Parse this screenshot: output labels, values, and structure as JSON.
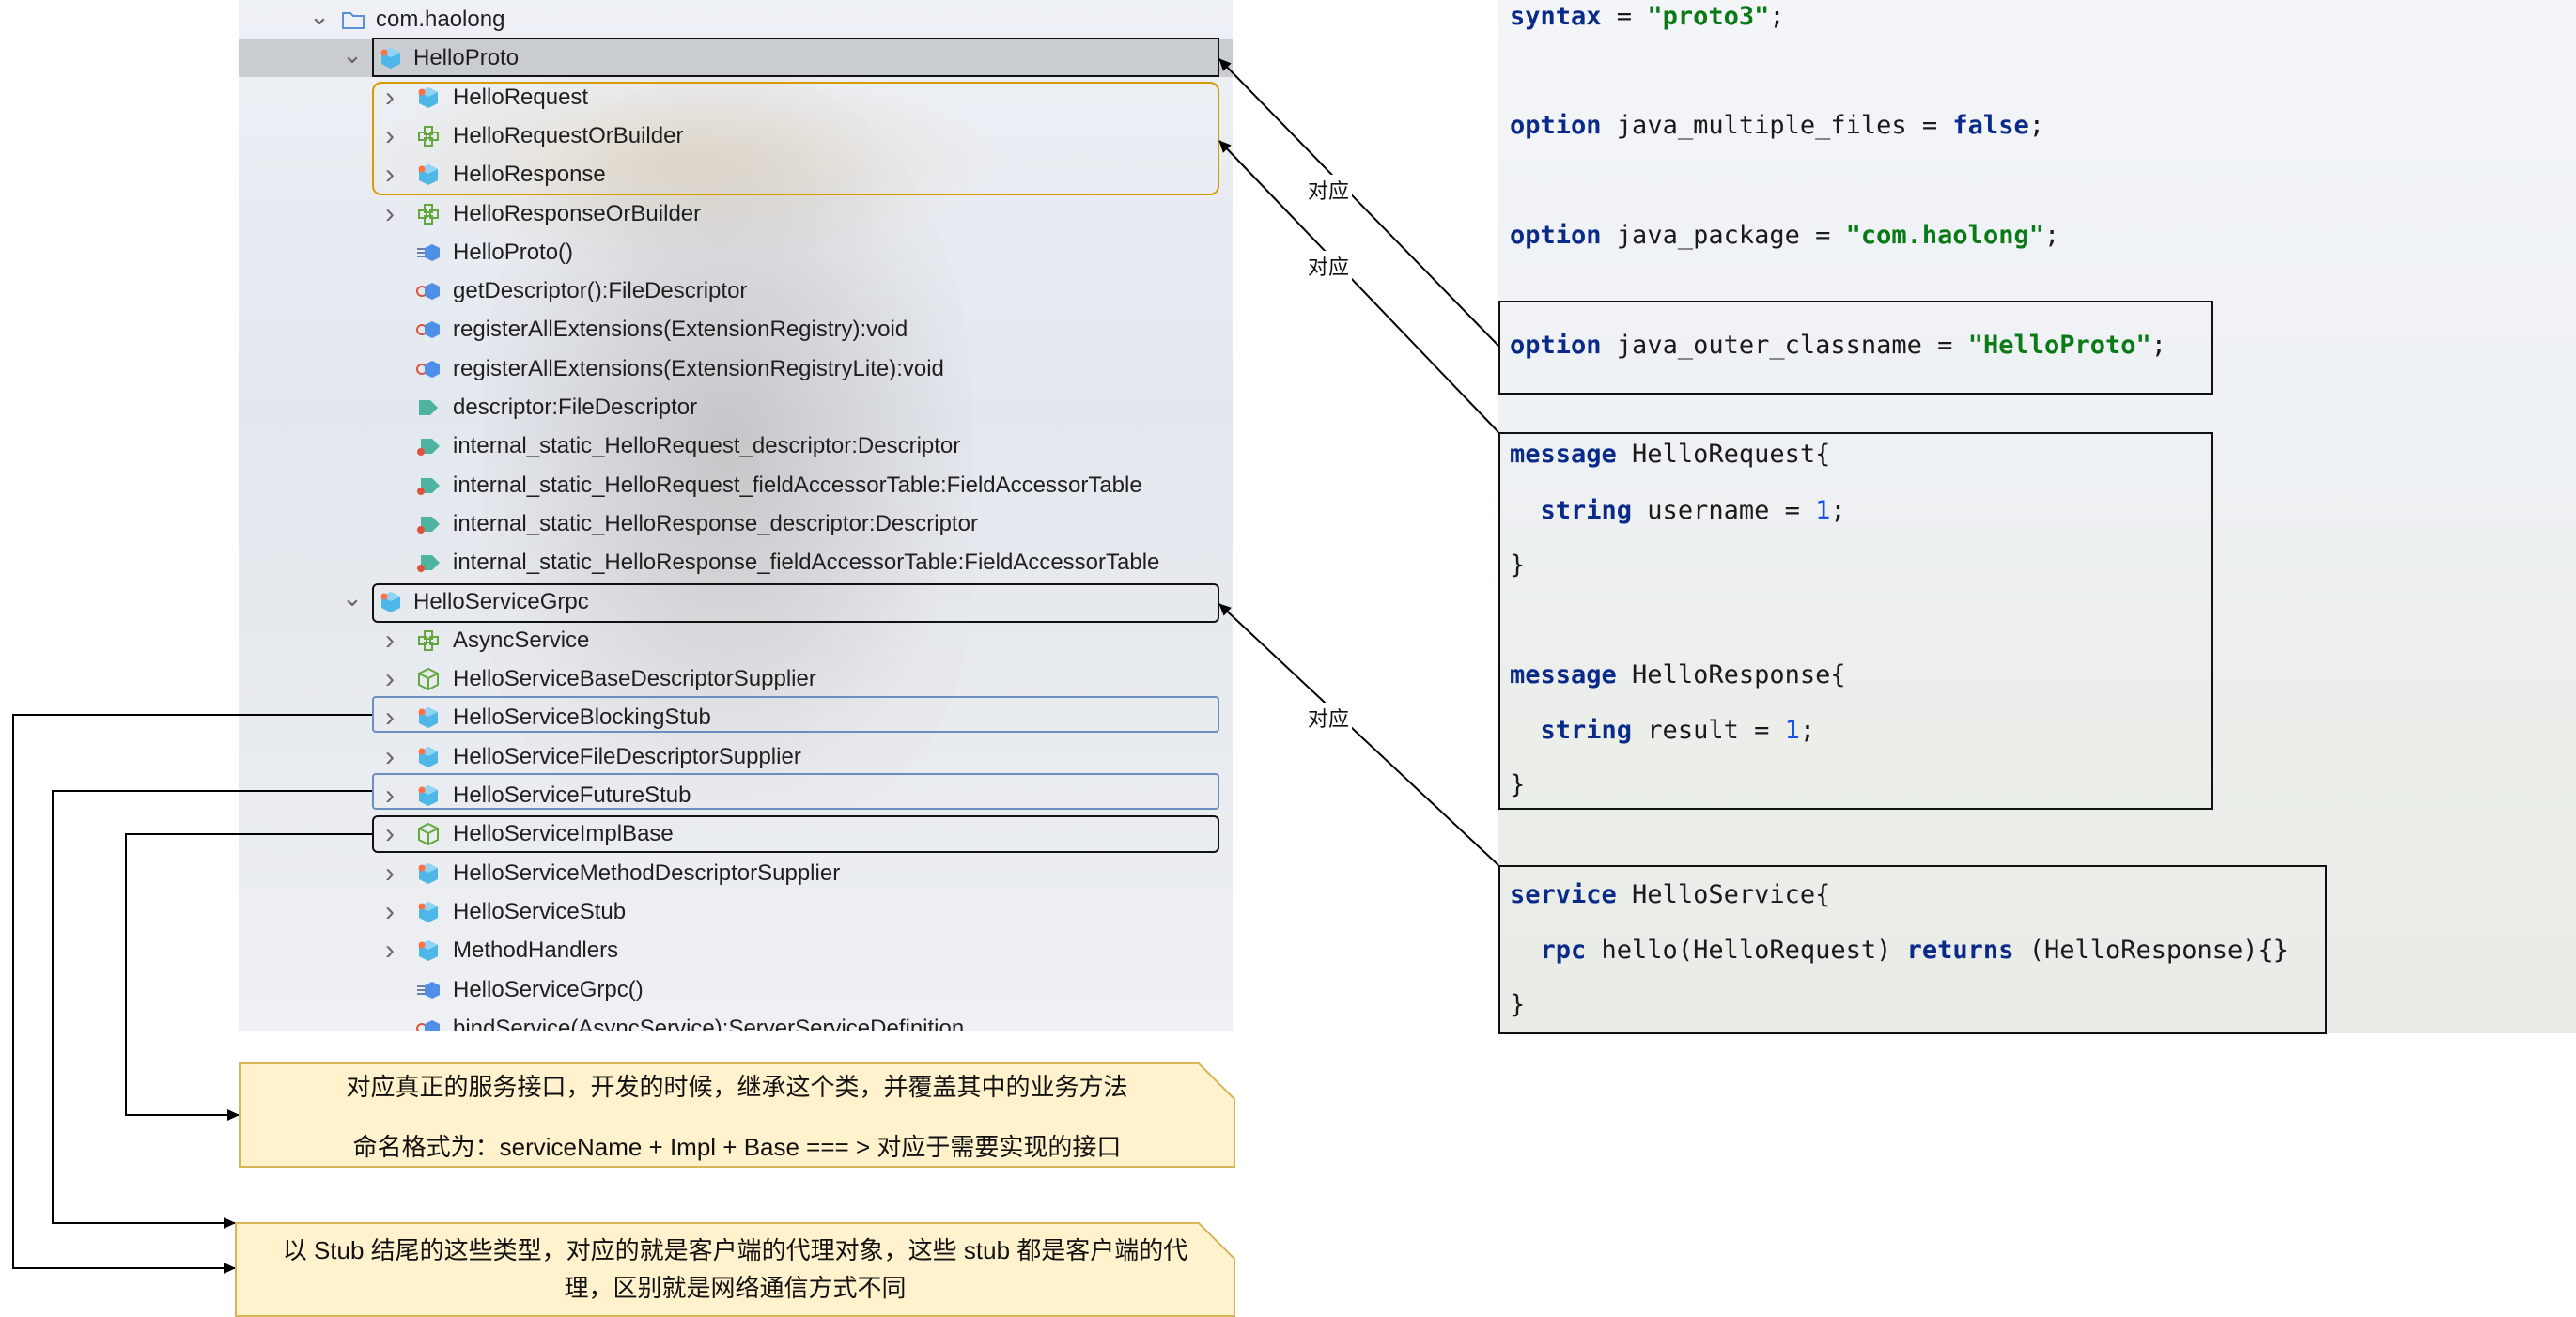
{
  "tree": {
    "rows": [
      {
        "label": "com.haolong",
        "icon": "package-folder-icon",
        "chevron": "down",
        "depth": 0
      },
      {
        "label": "HelloProto",
        "icon": "class-icon",
        "chevron": "down",
        "depth": 1
      },
      {
        "label": "HelloRequest",
        "icon": "class-icon",
        "chevron": "right",
        "depth": 2
      },
      {
        "label": "HelloRequestOrBuilder",
        "icon": "interface-icon",
        "chevron": "right",
        "depth": 2
      },
      {
        "label": "HelloResponse",
        "icon": "class-icon",
        "chevron": "right",
        "depth": 2
      },
      {
        "label": "HelloResponseOrBuilder",
        "icon": "interface-icon",
        "chevron": "right",
        "depth": 2
      },
      {
        "label": "HelloProto()",
        "icon": "constructor-icon",
        "chevron": "none",
        "depth": 2
      },
      {
        "label": "getDescriptor():FileDescriptor",
        "icon": "static-method-icon",
        "chevron": "none",
        "depth": 2
      },
      {
        "label": "registerAllExtensions(ExtensionRegistry):void",
        "icon": "static-method-icon",
        "chevron": "none",
        "depth": 2
      },
      {
        "label": "registerAllExtensions(ExtensionRegistryLite):void",
        "icon": "static-method-icon",
        "chevron": "none",
        "depth": 2
      },
      {
        "label": "descriptor:FileDescriptor",
        "icon": "field-icon",
        "chevron": "none",
        "depth": 2
      },
      {
        "label": "internal_static_HelloRequest_descriptor:Descriptor",
        "icon": "static-field-icon",
        "chevron": "none",
        "depth": 2
      },
      {
        "label": "internal_static_HelloRequest_fieldAccessorTable:FieldAccessorTable",
        "icon": "static-field-icon",
        "chevron": "none",
        "depth": 2
      },
      {
        "label": "internal_static_HelloResponse_descriptor:Descriptor",
        "icon": "static-field-icon",
        "chevron": "none",
        "depth": 2
      },
      {
        "label": "internal_static_HelloResponse_fieldAccessorTable:FieldAccessorTable",
        "icon": "static-field-icon",
        "chevron": "none",
        "depth": 2
      },
      {
        "label": "HelloServiceGrpc",
        "icon": "class-icon",
        "chevron": "down",
        "depth": 1
      },
      {
        "label": "AsyncService",
        "icon": "interface-icon",
        "chevron": "right",
        "depth": 2
      },
      {
        "label": "HelloServiceBaseDescriptorSupplier",
        "icon": "abstract-class-icon",
        "chevron": "right",
        "depth": 2
      },
      {
        "label": "HelloServiceBlockingStub",
        "icon": "class-icon",
        "chevron": "right",
        "depth": 2
      },
      {
        "label": "HelloServiceFileDescriptorSupplier",
        "icon": "class-icon",
        "chevron": "right",
        "depth": 2
      },
      {
        "label": "HelloServiceFutureStub",
        "icon": "class-icon",
        "chevron": "right",
        "depth": 2
      },
      {
        "label": "HelloServiceImplBase",
        "icon": "abstract-class-icon",
        "chevron": "right",
        "depth": 2
      },
      {
        "label": "HelloServiceMethodDescriptorSupplier",
        "icon": "class-icon",
        "chevron": "right",
        "depth": 2
      },
      {
        "label": "HelloServiceStub",
        "icon": "class-icon",
        "chevron": "right",
        "depth": 2
      },
      {
        "label": "MethodHandlers",
        "icon": "class-icon",
        "chevron": "right",
        "depth": 2
      },
      {
        "label": "HelloServiceGrpc()",
        "icon": "constructor-icon",
        "chevron": "none",
        "depth": 2
      },
      {
        "label": "bindService(AsyncService):ServerServiceDefinition",
        "icon": "static-method-icon",
        "chevron": "none",
        "depth": 2
      }
    ],
    "selected_row": 1
  },
  "code": {
    "lines": [
      [
        {
          "t": "syntax",
          "c": "kw"
        },
        {
          "t": " = ",
          "c": "plain"
        },
        {
          "t": "\"proto3\"",
          "c": "str"
        },
        {
          "t": ";",
          "c": "plain"
        }
      ],
      [
        {
          "t": "option",
          "c": "kw"
        },
        {
          "t": " java_multiple_files = ",
          "c": "plain"
        },
        {
          "t": "false",
          "c": "kw"
        },
        {
          "t": ";",
          "c": "plain"
        }
      ],
      [
        {
          "t": "option",
          "c": "kw"
        },
        {
          "t": " java_package = ",
          "c": "plain"
        },
        {
          "t": "\"com.haolong\"",
          "c": "str"
        },
        {
          "t": ";",
          "c": "plain"
        }
      ],
      [
        {
          "t": "option",
          "c": "kw"
        },
        {
          "t": " java_outer_classname = ",
          "c": "plain"
        },
        {
          "t": "\"HelloProto\"",
          "c": "str"
        },
        {
          "t": ";",
          "c": "plain"
        }
      ],
      [
        {
          "t": "message",
          "c": "kw"
        },
        {
          "t": " HelloRequest{",
          "c": "plain"
        }
      ],
      [
        {
          "t": "  string",
          "c": "kw"
        },
        {
          "t": " username = ",
          "c": "plain"
        },
        {
          "t": "1",
          "c": "num"
        },
        {
          "t": ";",
          "c": "plain"
        }
      ],
      [
        {
          "t": "}",
          "c": "plain"
        }
      ],
      [
        {
          "t": "message",
          "c": "kw"
        },
        {
          "t": " HelloResponse{",
          "c": "plain"
        }
      ],
      [
        {
          "t": "  string",
          "c": "kw"
        },
        {
          "t": " result = ",
          "c": "plain"
        },
        {
          "t": "1",
          "c": "num"
        },
        {
          "t": ";",
          "c": "plain"
        }
      ],
      [
        {
          "t": "}",
          "c": "plain"
        }
      ],
      [
        {
          "t": "service",
          "c": "kw"
        },
        {
          "t": " HelloService{",
          "c": "plain"
        }
      ],
      [
        {
          "t": "  rpc",
          "c": "kw"
        },
        {
          "t": " hello(HelloRequest) ",
          "c": "plain"
        },
        {
          "t": "returns",
          "c": "kw"
        },
        {
          "t": " (HelloResponse){}",
          "c": "plain"
        }
      ],
      [
        {
          "t": "}",
          "c": "plain"
        }
      ]
    ]
  },
  "connectors": {
    "label1": "对应",
    "label2": "对应",
    "label3": "对应"
  },
  "notes": {
    "impl_base_line1": "对应真正的服务接口，开发的时候，继承这个类，并覆盖其中的业务方法",
    "impl_base_line2": "命名格式为：serviceName + Impl + Base === > 对应于需要实现的接口",
    "stub_line1": "以 Stub 结尾的这些类型，对应的就是客户端的代理对象，这些 stub 都是客户端的代",
    "stub_line2": "理，区别就是网络通信方式不同"
  },
  "colors": {
    "selection": "#c9ccd1",
    "orange_highlight": "#d79b00",
    "blue_highlight": "#6c8ebf",
    "note_fill": "#fff2cc",
    "note_stroke": "#d6b656",
    "keyword": "#0a2a8a",
    "string": "#0a7a17",
    "number": "#1750eb"
  }
}
